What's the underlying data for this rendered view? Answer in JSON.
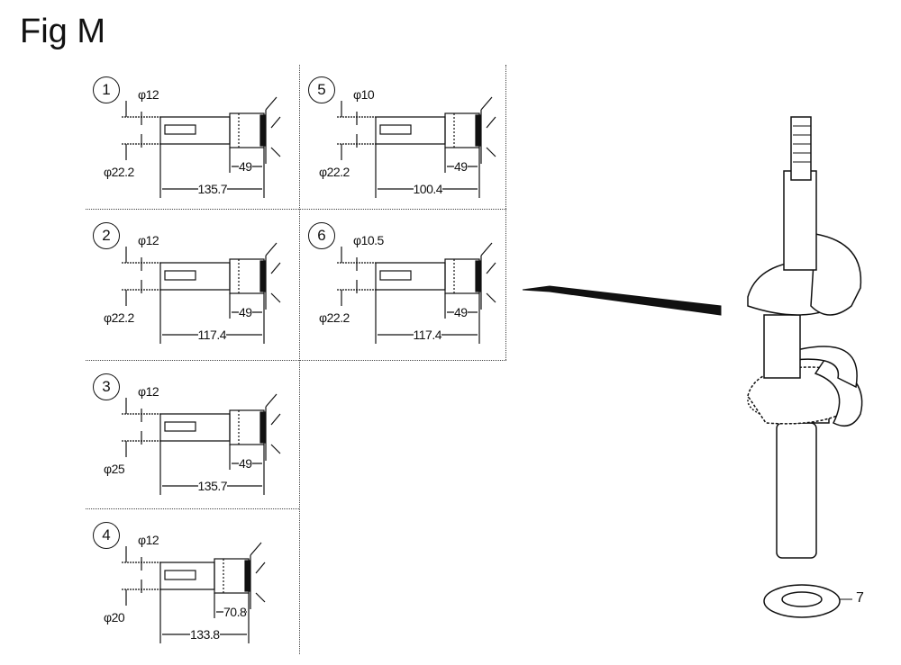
{
  "figure_title": "Fig M",
  "panels": [
    {
      "number": "1",
      "pin_dia": "φ12",
      "shaft_dia": "φ22.2",
      "collar_len": "49",
      "total_len": "135.7"
    },
    {
      "number": "2",
      "pin_dia": "φ12",
      "shaft_dia": "φ22.2",
      "collar_len": "49",
      "total_len": "117.4"
    },
    {
      "number": "3",
      "pin_dia": "φ12",
      "shaft_dia": "φ25",
      "collar_len": "49",
      "total_len": "135.7"
    },
    {
      "number": "4",
      "pin_dia": "φ12",
      "shaft_dia": "φ20",
      "collar_len": "70.8",
      "total_len": "133.8"
    },
    {
      "number": "5",
      "pin_dia": "φ10",
      "shaft_dia": "φ22.2",
      "collar_len": "49",
      "total_len": "100.4"
    },
    {
      "number": "6",
      "pin_dia": "φ10.5",
      "shaft_dia": "φ22.2",
      "collar_len": "49",
      "total_len": "117.4"
    }
  ],
  "part_label": "7"
}
